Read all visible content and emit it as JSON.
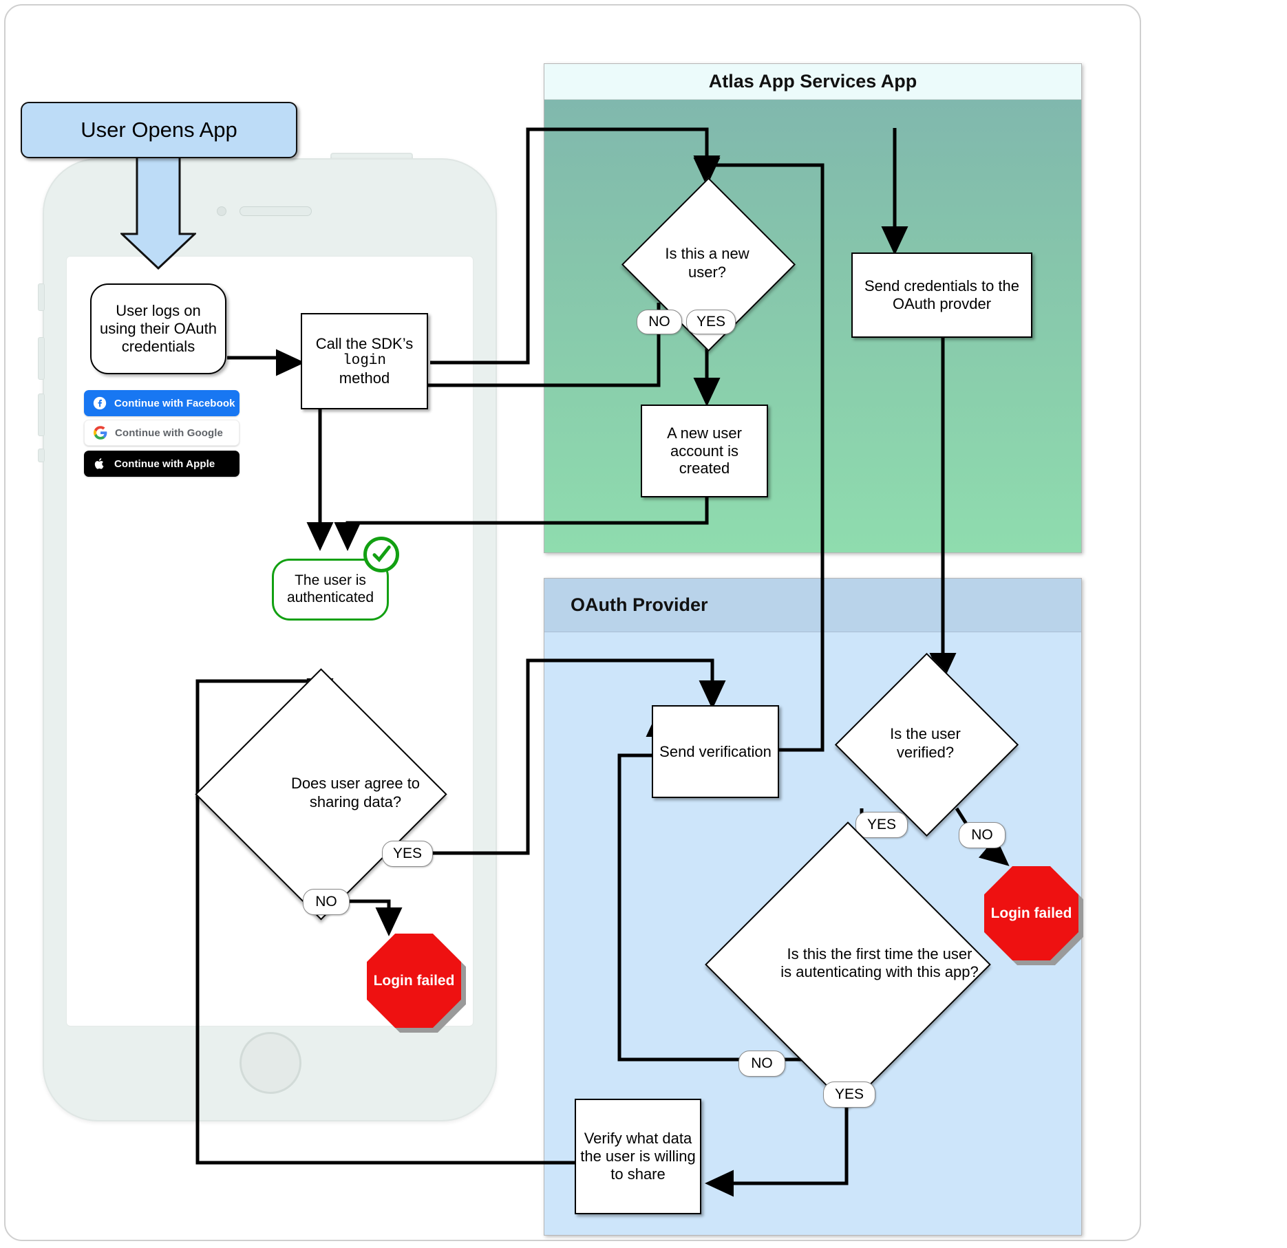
{
  "callout": {
    "label": "User Opens App"
  },
  "phone": {
    "screen_name": "phone-screen",
    "social_buttons": [
      {
        "id": "facebook",
        "label": "Continue with Facebook",
        "icon": "facebook-icon",
        "bg": "#1877f2",
        "fg": "#ffffff"
      },
      {
        "id": "google",
        "label": "Continue with Google",
        "icon": "google-icon",
        "bg": "#ffffff",
        "fg": "#5f6368"
      },
      {
        "id": "apple",
        "label": "Continue with Apple",
        "icon": "apple-icon",
        "bg": "#000000",
        "fg": "#ffffff"
      }
    ]
  },
  "lanes": [
    {
      "id": "atlas",
      "title": "Atlas App Services App",
      "header_bg": "#ecfbfb",
      "body_bg": "#8ecfae"
    },
    {
      "id": "oauth",
      "title": "OAuth Provider",
      "header_bg": "#b9d3ea",
      "body_bg": "#cde5fa"
    }
  ],
  "nodes": {
    "user_logs_on": {
      "text": "User logs on using their OAuth credentials",
      "shape": "rounded"
    },
    "call_sdk_1": {
      "text": "Call the SDK’s",
      "shape": "rect"
    },
    "call_sdk_mono": {
      "text": "login"
    },
    "call_sdk_2": {
      "text": "method"
    },
    "is_new_user": {
      "text": "Is this a new user?",
      "shape": "diamond"
    },
    "new_account": {
      "text": "A new user account is created",
      "shape": "rect"
    },
    "send_credentials": {
      "text": "Send credentials to the OAuth provder",
      "shape": "rect"
    },
    "authenticated": {
      "text": "The user is authenticated",
      "shape": "rounded-success"
    },
    "agree_sharing": {
      "text": "Does user agree to sharing data?",
      "shape": "diamond"
    },
    "send_verification": {
      "text": "Send verification",
      "shape": "rect"
    },
    "is_verified": {
      "text": "Is the user verified?",
      "shape": "diamond"
    },
    "first_time": {
      "text": "Is this the first time the user is autenticating with this app?",
      "shape": "diamond"
    },
    "verify_data": {
      "text": "Verify what data the user is willing to share",
      "shape": "rect"
    },
    "login_failed_left": {
      "text": "Login failed",
      "shape": "octagon"
    },
    "login_failed_right": {
      "text": "Login failed",
      "shape": "octagon"
    }
  },
  "edge_labels": {
    "new_user_no": "NO",
    "new_user_yes": "YES",
    "verified_yes": "YES",
    "verified_no": "NO",
    "sharing_yes": "YES",
    "sharing_no": "NO",
    "first_time_no": "NO",
    "first_time_yes": "YES"
  },
  "colors": {
    "callout_fill": "#bddcf7",
    "atlas_gradient_top": "#7fb5ae",
    "atlas_gradient_bottom": "#8fdcae",
    "oauth_fill": "#cde5fa",
    "oauth_header": "#b9d3ea",
    "failure_red": "#ee1111",
    "success_green": "#12a012",
    "phone_body": "#e9f0ee"
  }
}
